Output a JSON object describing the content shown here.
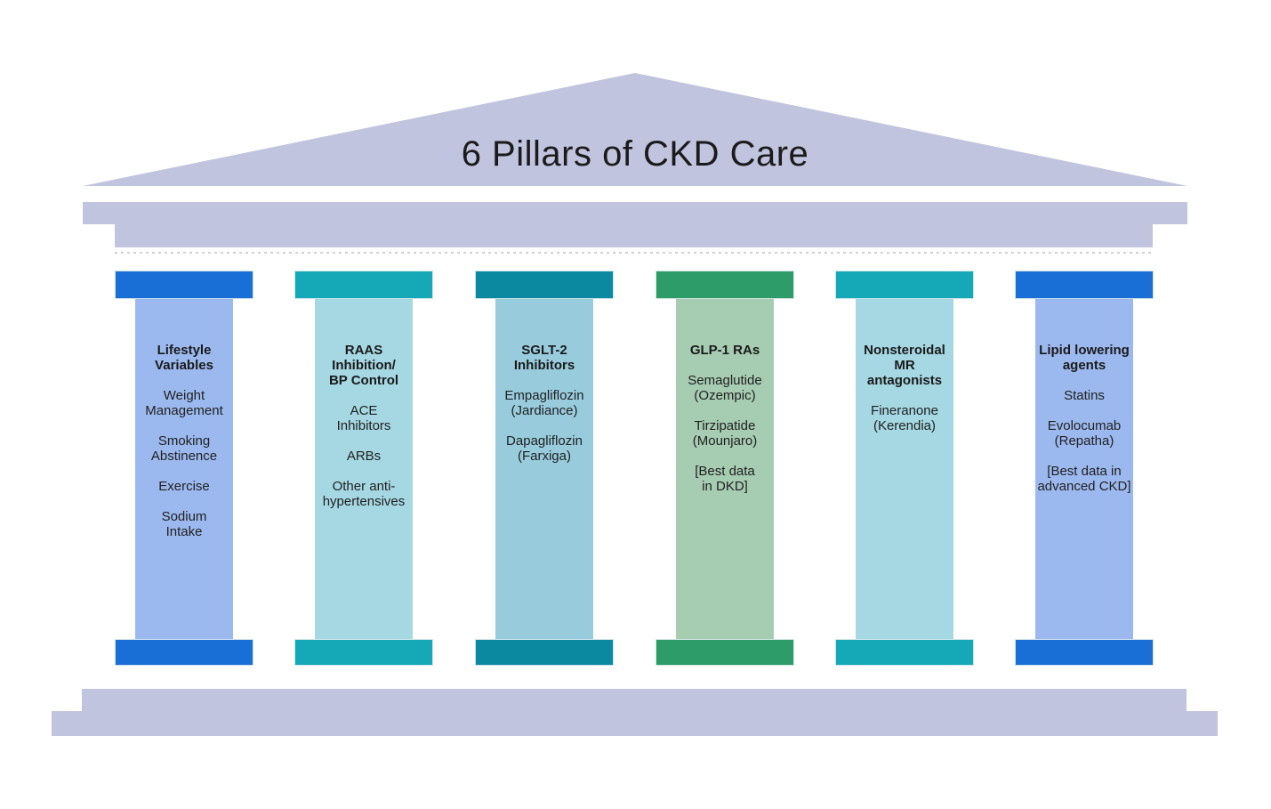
{
  "title": "6 Pillars of CKD Care",
  "colors": {
    "structure": "#c1c4de",
    "dashed_line": "#d2d2d2",
    "blue_cap": "#1a6fd6",
    "blue_shaft": "#9cb9ef",
    "teal_cap": "#15a9b8",
    "teal_shaft": "#a5d8e3",
    "dark_teal_cap": "#0b89a1",
    "dark_teal_shaft": "#98ccdd",
    "green_cap": "#2d9c68",
    "green_shaft": "#a6ccb2"
  },
  "pillars": [
    {
      "heading": "Lifestyle\nVariables",
      "items": [
        "Weight\nManagement",
        "Smoking\nAbstinence",
        "Exercise",
        "Sodium\nIntake"
      ],
      "cap_color": "#1a6fd6",
      "shaft_color": "#9cb9ef"
    },
    {
      "heading": "RAAS\nInhibition/\nBP Control",
      "items": [
        "ACE\nInhibitors",
        "ARBs",
        "Other anti-\nhypertensives"
      ],
      "cap_color": "#15a9b8",
      "shaft_color": "#a5d8e3"
    },
    {
      "heading": "SGLT-2\nInhibitors",
      "items": [
        "Empagliflozin\n(Jardiance)",
        "Dapagliflozin\n(Farxiga)"
      ],
      "cap_color": "#0b89a1",
      "shaft_color": "#98ccdd"
    },
    {
      "heading": "GLP-1 RAs",
      "items": [
        "Semaglutide\n(Ozempic)",
        "Tirzipatide\n(Mounjaro)",
        "[Best data\nin DKD]"
      ],
      "cap_color": "#2d9c68",
      "shaft_color": "#a6ccb2"
    },
    {
      "heading": "Nonsteroidal\nMR antagonists",
      "items": [
        "Fineranone\n(Kerendia)"
      ],
      "cap_color": "#15a9b8",
      "shaft_color": "#a5d8e3"
    },
    {
      "heading": "Lipid lowering\nagents",
      "items": [
        "Statins",
        "Evolocumab\n(Repatha)",
        "[Best data in\nadvanced CKD]"
      ],
      "cap_color": "#1a6fd6",
      "shaft_color": "#9cb9ef"
    }
  ]
}
